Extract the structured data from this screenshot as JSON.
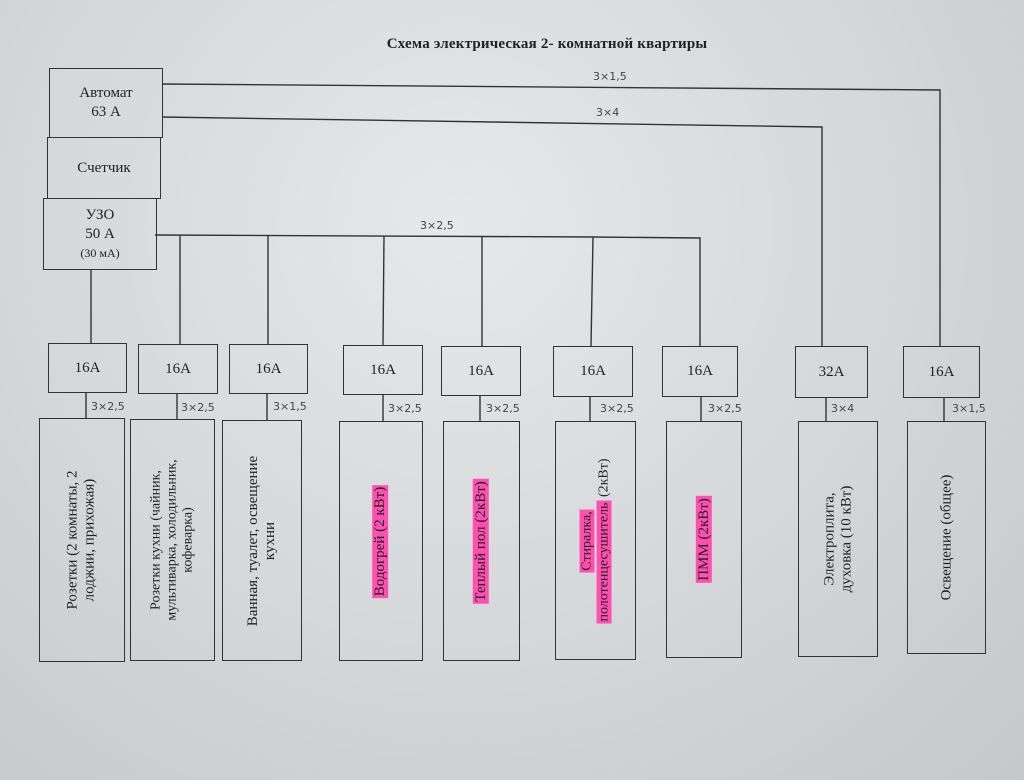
{
  "title": "Схема электрическая 2- комнатной квартиры",
  "main_panel": {
    "breaker": {
      "label": "Автомат",
      "value": "63 А"
    },
    "meter": {
      "label": "Счетчик"
    },
    "rcd": {
      "label": "УЗО",
      "value": "50 А",
      "sub": "(30 мА)"
    }
  },
  "feed_cables": {
    "lighting_feed": "3×1,5",
    "stove_feed": "3×4",
    "rcd_bus": "3×2,5"
  },
  "circuits": [
    {
      "breaker": "16А",
      "cable": "3×2,5",
      "lines": [
        "Розетки (2 комнаты, 2",
        "лоджии, прихожая)"
      ],
      "highlight": false
    },
    {
      "breaker": "16А",
      "cable": "3×2,5",
      "lines": [
        "Розетки  кухни (чайник,",
        "мультиварка, холодильник,",
        "кофеварка)"
      ],
      "highlight": false
    },
    {
      "breaker": "16А",
      "cable": "3×1,5",
      "lines": [
        "Ванная, туалет, освещение",
        "кухни"
      ],
      "highlight": false
    },
    {
      "breaker": "16А",
      "cable": "3×2,5",
      "lines": [
        "Водогрей (2 кВт)"
      ],
      "highlight": true
    },
    {
      "breaker": "16А",
      "cable": "3×2,5",
      "lines": [
        "Теплый пол (2кВт)"
      ],
      "highlight": true
    },
    {
      "breaker": "16А",
      "cable": "3×2,5",
      "lines": [
        "Стиралка,",
        "полотенцесушитель (2кВт)"
      ],
      "highlight": true,
      "highlight_text": "Стиралка, полотенцесушитель",
      "tail_text": " (2кВт)"
    },
    {
      "breaker": "16А",
      "cable": "3×2,5",
      "lines": [
        "ПММ (2кВт)"
      ],
      "highlight": true
    },
    {
      "breaker": "32А",
      "cable": "3×4",
      "lines": [
        "Электроплита,",
        "духовка (10 кВт)"
      ],
      "highlight": false
    },
    {
      "breaker": "16А",
      "cable": "3×1,5",
      "lines": [
        "Освещение (общее)"
      ],
      "highlight": false
    }
  ]
}
